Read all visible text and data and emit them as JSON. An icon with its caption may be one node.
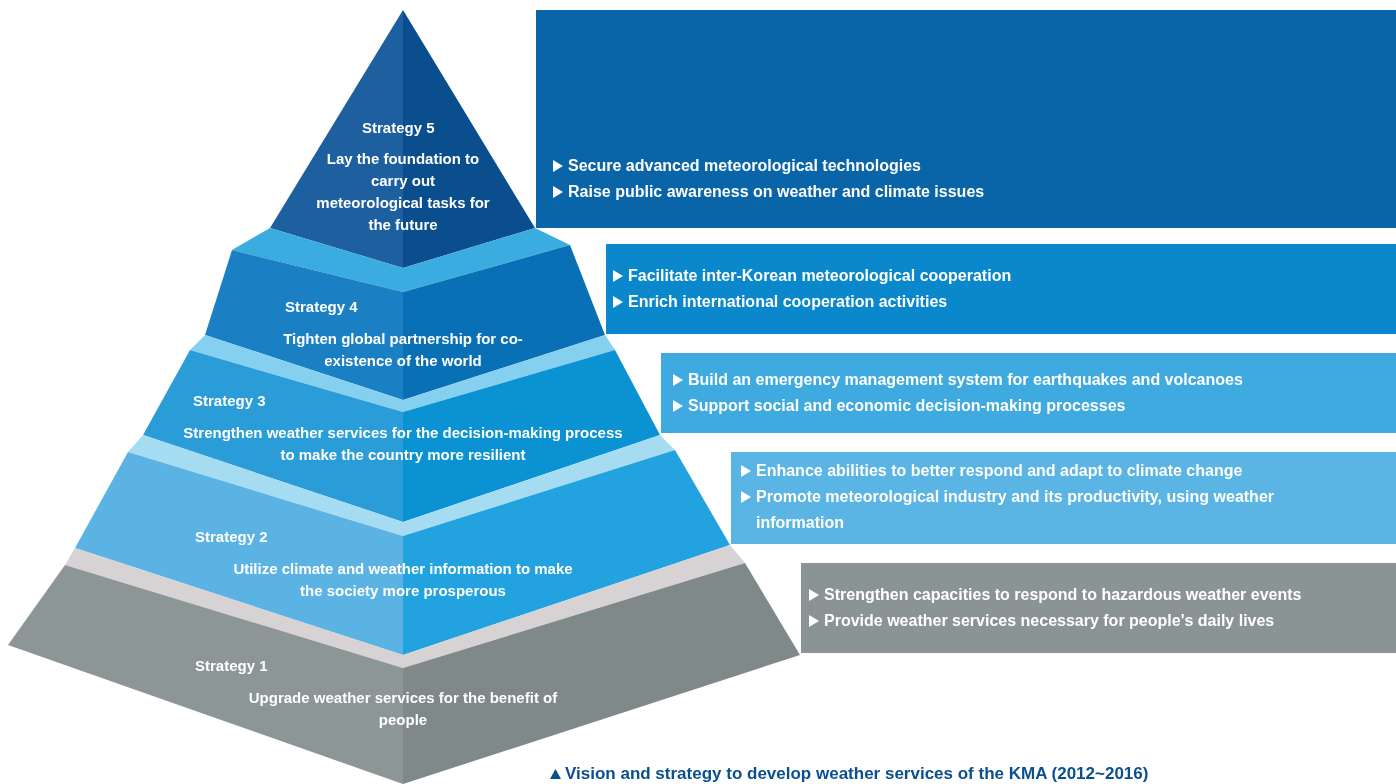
{
  "diagram": {
    "caption": "Vision and strategy to develop weather services of the KMA (2012~2016)",
    "nodes": [
      {
        "text": [
          "Strategy 5",
          "Lay the foundation to carry out meteorological tasks for the future"
        ]
      },
      {
        "text": [
          "Secure advanced meteorological technologies",
          "Raise public awareness on weather and climate issues"
        ]
      },
      {
        "text": [
          "Strategy 4",
          "Tighten global partnership for co-existence of the world"
        ]
      },
      {
        "text": [
          "Facilitate inter-Korean meteorological cooperation",
          "Enrich international cooperation activities"
        ]
      },
      {
        "text": [
          "Strategy 3",
          "Strengthen weather services for the decision-making process to make the country more resilient"
        ]
      },
      {
        "text": [
          "Build an emergency management system for earthquakes and volcanoes",
          "Support social and economic decision-making processes"
        ]
      },
      {
        "text": [
          "Strategy 2",
          "Utilize climate and weather information to make the society more prosperous"
        ]
      },
      {
        "text": [
          "Enhance abilities to better respond and adapt to climate change",
          "Promote meteorological industry and its productivity, using weather information"
        ]
      },
      {
        "text": [
          "Strategy 1",
          "Upgrade weather services for the benefit of people"
        ]
      },
      {
        "text": [
          "Strengthen capacities to respond to hazardous weather events",
          "Provide weather services necessary for people's daily lives"
        ]
      }
    ]
  }
}
